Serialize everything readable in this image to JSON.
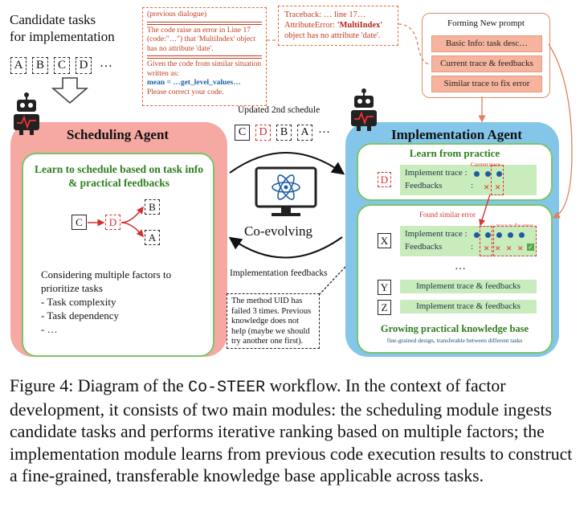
{
  "candidate": {
    "title_line1": "Candidate tasks",
    "title_line2": "for implementation",
    "tasks": [
      "A",
      "B",
      "C",
      "D"
    ],
    "ellipsis": "…"
  },
  "dialogue": {
    "line1": "(previous dialogue)",
    "error_text": "The code raise an error in Line 17 (code:\"…\") that 'MultiIndex' object has no attribute 'date'.",
    "given_text": "Given the code from similar situation written as:",
    "code_text": "mean = …get_level_values…",
    "correct_text": "Please correct your code."
  },
  "traceback": {
    "line1": "Traceback: … line 17…",
    "line2_prefix": "AttributeError: ",
    "line2_bold": "'MultiIndex'",
    "line3": "object has no attribute 'date'."
  },
  "prompt": {
    "title": "Forming New prompt",
    "items": [
      "Basic Info: task desc…",
      "Current trace & feedbacks",
      "Similar trace to fix error"
    ]
  },
  "scheduling": {
    "title": "Scheduling Agent",
    "learn_text": "Learn to schedule based on task info & practical feedbacks",
    "graph_nodes": [
      "C",
      "D",
      "B",
      "A"
    ],
    "factors_title": "Considering multiple factors to prioritize tasks",
    "factors": [
      "- Task complexity",
      "- Task dependency",
      "- …"
    ]
  },
  "middle": {
    "updated_label": "Updated 2nd schedule",
    "schedule": [
      "C",
      "D",
      "B",
      "A"
    ],
    "ellipsis": "…",
    "co_evolving": "Co-evolving",
    "feedback_label": "Implementation feedbacks",
    "feedback_note": "The method UID has failed 3 times. Previous knowledge does not help (maybe we should try another one first)."
  },
  "implementation": {
    "title": "Implementation Agent",
    "learn_title": "Learn from practice",
    "current_task": "D",
    "current_trace_label": "Current trace",
    "implement_trace": "Implement trace :",
    "feedbacks": "Feedbacks",
    "feedbacks_colon": ":",
    "found_similar": "Found similar error",
    "trace_fix_label": "trace to fix error",
    "kb_tasks": [
      "X",
      "Y",
      "Z"
    ],
    "kb_row_text": "Implement trace & feedbacks",
    "kb_ellipsis": "…",
    "growing_title": "Growing practical knowledge base",
    "growing_sub": "fine-grained design, transferable between different tasks"
  },
  "caption": {
    "text_before": "Figure 4: Diagram of the ",
    "code": "Co-STEER",
    "text_after": " workflow. In the context of factor development, it consists of two main modules: the scheduling module ingests candidate tasks and performs iterative ranking based on multiple factors; the implementation module learns from previous code execution results to construct a fine-grained, transferable knowledge base applicable across tasks."
  },
  "colors": {
    "scheduling_panel": "#f6a8a3",
    "implementation_panel": "#83c6ea",
    "green_accent": "#2f7e1f",
    "error_red": "#d0312d",
    "prompt_item": "#f6b49e"
  }
}
